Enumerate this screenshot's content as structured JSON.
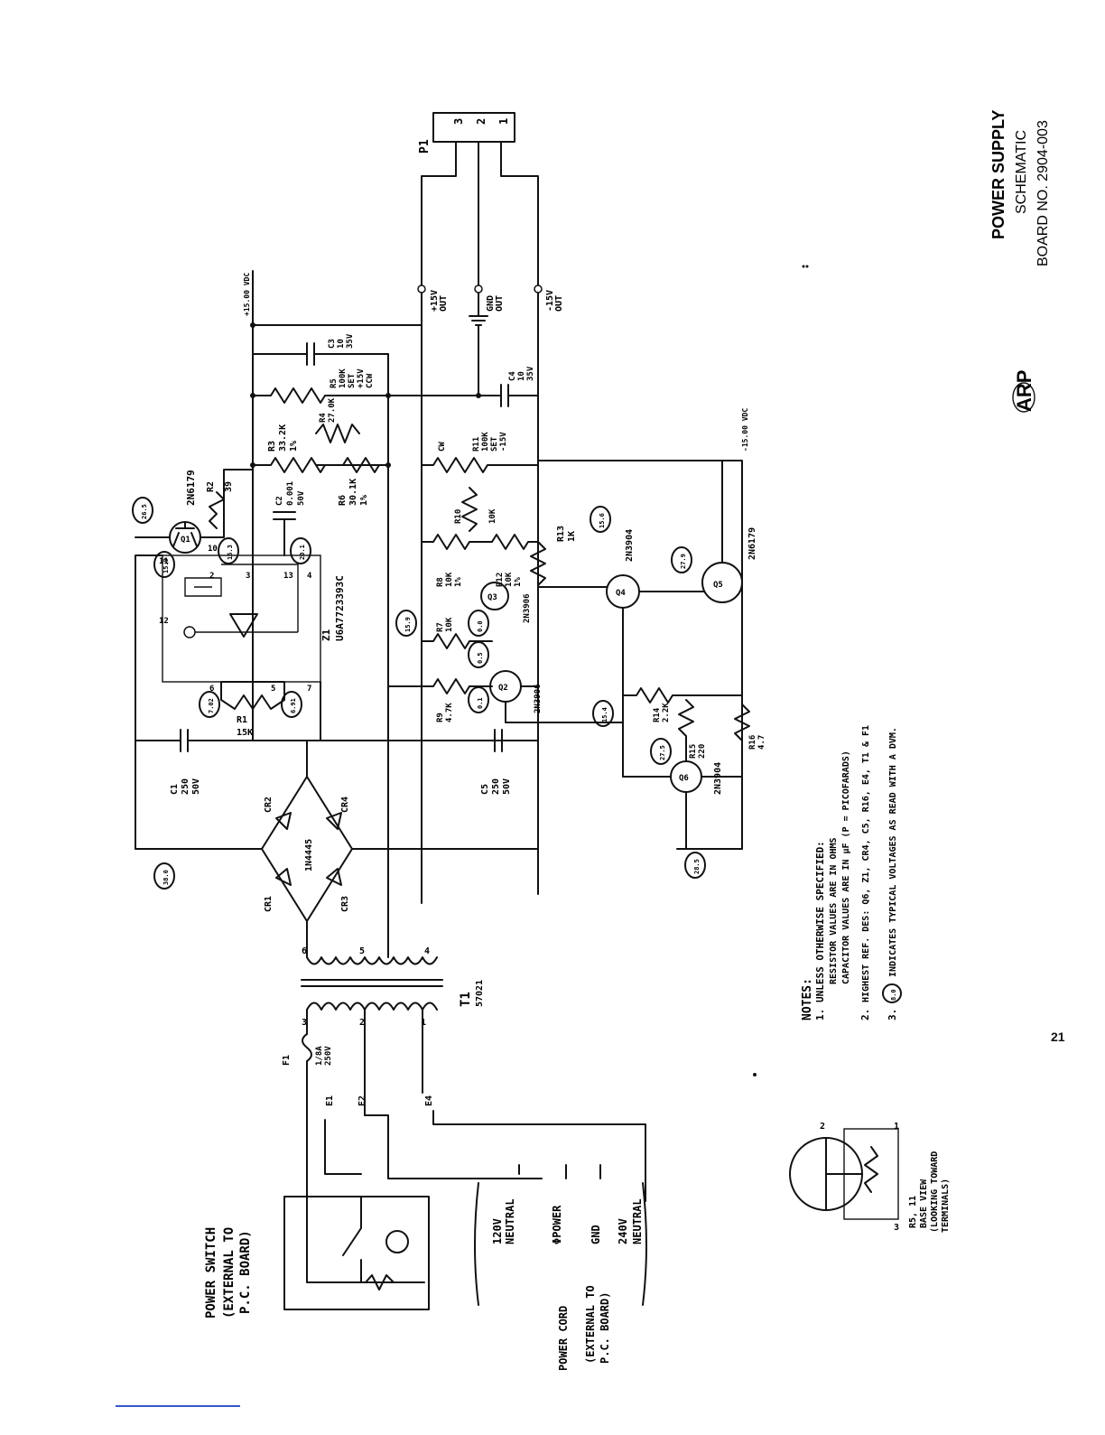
{
  "title_block": {
    "line1": "POWER SUPPLY",
    "line2": "SCHEMATIC",
    "line3": "BOARD NO. 2904-003",
    "logo_text": "ARP"
  },
  "page_number": "21",
  "notes": {
    "heading": "NOTES:",
    "n1_num": "1.",
    "n1_line1": "UNLESS OTHERWISE SPECIFIED:",
    "n1_line2": "RESISTOR VALUES ARE IN OHMS",
    "n1_line3": "CAPACITOR VALUES ARE IN μF (P = PICOFARADS)",
    "n2_num": "2.",
    "n2_text": "HIGHEST REF. DES: Q6, Z1, CR4, C5, R16, E4, T1 & F1",
    "n3_num": "3.",
    "n3_text": "INDICATES TYPICAL VOLTAGES AS READ WITH A DVM.",
    "n3_sample": "8.0"
  },
  "power_switch": {
    "line1": "POWER SWITCH",
    "line2": "(EXTERNAL TO",
    "line3": "P.C. BOARD)"
  },
  "power_cord": {
    "label": "POWER CORD",
    "ext1": "(EXTERNAL TO",
    "ext2": "P.C. BOARD)",
    "l120": "120V",
    "lneutral1": "NEUTRAL",
    "lpower": "ΦPOWER",
    "lgnd": "GND",
    "l240": "240V",
    "lneutral2": "NEUTRAL"
  },
  "fuse": {
    "ref": "F1",
    "value1": "1/8A",
    "value2": "250V"
  },
  "terminals": {
    "e1": "E1",
    "e2": "E2",
    "e4": "E4"
  },
  "transformer": {
    "ref": "T1",
    "part": "57021",
    "pri1": "1",
    "pri2": "2",
    "pri3": "3",
    "sec4": "4",
    "sec5": "5",
    "sec6": "6"
  },
  "bridge": {
    "cr1": "CR1",
    "cr2": "CR2",
    "cr3": "CR3",
    "cr4": "CR4",
    "part": "1N4445"
  },
  "caps": {
    "c1": "C1",
    "c1v1": "250",
    "c1v2": "50V",
    "c2": "C2",
    "c2v1": "0.001",
    "c2v2": "50V",
    "c3": "C3",
    "c3v1": "10",
    "c3v2": "35V",
    "c4": "C4",
    "c4v1": "10",
    "c4v2": "35V",
    "c5": "C5",
    "c5v1": "250",
    "c5v2": "50V"
  },
  "resistors": {
    "r1": "R1",
    "r1v": "15K",
    "r2": "R2",
    "r2v": "39",
    "r3": "R3",
    "r3v": "33.2K",
    "r3t": "1%",
    "r4": "R4",
    "r4v": "27.0K",
    "r5": "R5",
    "r5v": "100K",
    "r5s1": "SET",
    "r5s2": "+15V",
    "r6": "R6",
    "r6v": "30.1K",
    "r6t": "1%",
    "r7": "R7",
    "r7v": "10K",
    "r8": "R8",
    "r8v": "10K",
    "r8t": "1%",
    "r9": "R9",
    "r9v": "4.7K",
    "r10": "R10",
    "r10v": "10K",
    "r11": "R11",
    "r11v": "100K",
    "r11s1": "SET",
    "r11s2": "-15V",
    "r12": "R12",
    "r12v": "10K",
    "r12t": "1%",
    "r13": "R13",
    "r13v": "1K",
    "r14": "R14",
    "r14v": "2.2K",
    "r15": "R15",
    "r15v": "220",
    "r16": "R16",
    "r16v": "4.7"
  },
  "transistors": {
    "q1": "Q1",
    "q1p": "2N6179",
    "q2": "Q2",
    "q2p": "2N3906",
    "q3": "Q3",
    "q3p": "2N3906",
    "q4": "Q4",
    "q4p": "2N3904",
    "q5": "Q5",
    "q5p": "2N6179",
    "q6": "Q6",
    "q6p": "2N3904"
  },
  "regulator": {
    "ref": "Z1",
    "part": "U6A7723393C",
    "p2": "2",
    "p3": "3",
    "p4": "4",
    "p5": "5",
    "p6": "6",
    "p7": "7",
    "p10": "10",
    "p11": "11",
    "p12": "12",
    "p13": "13"
  },
  "outputs": {
    "pos": "+15V",
    "pos_out": "OUT",
    "gnd": "GND",
    "gnd_out": "OUT",
    "neg": "-15V",
    "neg_out": "OUT",
    "vref_pos": "+15.00 VDC",
    "vref_neg": "-15.00 VDC",
    "ccw": "CCW",
    "cw": "CW"
  },
  "connector": {
    "ref": "P1",
    "pin1": "1",
    "pin2": "2",
    "pin3": "3"
  },
  "trimmer_view": {
    "line1": "R5, 11",
    "line2": "BASE VIEW",
    "line3": "(LOOKING TOWARD",
    "line4": "TERMINALS)",
    "pin1": "1",
    "pin2": "2",
    "pin3": "3"
  },
  "voltages": {
    "v_rect_pos": "38.0",
    "v_q1b": "15.9",
    "v_q1c": "15.3",
    "v_q1e": "26.5",
    "v_z1_13": "20.1",
    "v_z1_6": "7.02",
    "v_z1_5": "6.91",
    "v_q3b": "15.9",
    "v_q3e": "0.0",
    "v_q2b": "0.5",
    "v_q2e": "0.1",
    "v_q4": "15.6",
    "v_q5b": "27.9",
    "v_q2c": "15.4",
    "v_q6b": "27.5",
    "v_rect_neg": "28.5",
    "v_q6e": "28.5",
    "v_q1_top": "26.5",
    "v_r13": "15.6"
  }
}
